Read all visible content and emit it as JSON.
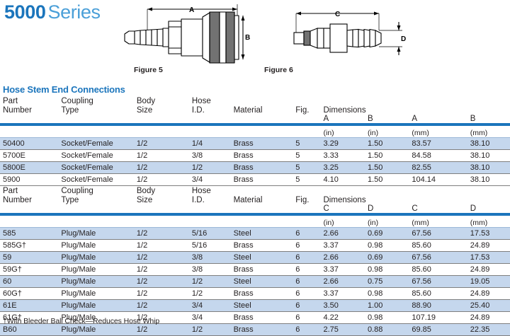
{
  "title": {
    "number": "5000",
    "word": "Series",
    "color_number": "#1b75bc",
    "color_word": "#4a9fd8"
  },
  "figures": [
    {
      "name": "figure-5",
      "caption": "Figure 5",
      "dim_top": "A",
      "dim_side": "B"
    },
    {
      "name": "figure-6",
      "caption": "Figure 6",
      "dim_top": "C",
      "dim_side": "D"
    }
  ],
  "section": {
    "heading": "Hose Stem End Connections",
    "color": "#1b75bc"
  },
  "table": {
    "accent_color": "#1b75bc",
    "shade_color": "#c5d7ed",
    "blocks": [
      {
        "headers": {
          "part_number": "Part\nNumber",
          "coupling_type": "Coupling\nType",
          "body_size": "Body\nSize",
          "hose_id": "Hose\nI.D.",
          "material": "Material",
          "fig": "Fig.",
          "dimensions": "Dimensions",
          "dim1": "A",
          "dim2": "B",
          "dim3": "A",
          "dim4": "B"
        },
        "units": {
          "dim1": "(in)",
          "dim2": "(in)",
          "dim3": "(mm)",
          "dim4": "(mm)"
        },
        "rows": [
          {
            "part": "50400",
            "coupling": "Socket/Female",
            "body": "1/2",
            "hose": "1/4",
            "material": "Brass",
            "fig": "5",
            "d1": "3.29",
            "d2": "1.50",
            "d3": "83.57",
            "d4": "38.10"
          },
          {
            "part": "5700E",
            "coupling": "Socket/Female",
            "body": "1/2",
            "hose": "3/8",
            "material": "Brass",
            "fig": "5",
            "d1": "3.33",
            "d2": "1.50",
            "d3": "84.58",
            "d4": "38.10"
          },
          {
            "part": "5800E",
            "coupling": "Socket/Female",
            "body": "1/2",
            "hose": "1/2",
            "material": "Brass",
            "fig": "5",
            "d1": "3.25",
            "d2": "1.50",
            "d3": "82.55",
            "d4": "38.10"
          },
          {
            "part": "5900",
            "coupling": "Socket/Female",
            "body": "1/2",
            "hose": "3/4",
            "material": "Brass",
            "fig": "5",
            "d1": "4.10",
            "d2": "1.50",
            "d3": "104.14",
            "d4": "38.10"
          }
        ]
      },
      {
        "headers": {
          "part_number": "Part\nNumber",
          "coupling_type": "Coupling\nType",
          "body_size": "Body\nSize",
          "hose_id": "Hose\nI.D.",
          "material": "Material",
          "fig": "Fig.",
          "dimensions": "Dimensions",
          "dim1": "C",
          "dim2": "D",
          "dim3": "C",
          "dim4": "D"
        },
        "units": {
          "dim1": "(in)",
          "dim2": "(in)",
          "dim3": "(mm)",
          "dim4": "(mm)"
        },
        "rows": [
          {
            "part": "585",
            "coupling": "Plug/Male",
            "body": "1/2",
            "hose": "5/16",
            "material": "Steel",
            "fig": "6",
            "d1": "2.66",
            "d2": "0.69",
            "d3": "67.56",
            "d4": "17.53"
          },
          {
            "part": "585G†",
            "coupling": "Plug/Male",
            "body": "1/2",
            "hose": "5/16",
            "material": "Brass",
            "fig": "6",
            "d1": "3.37",
            "d2": "0.98",
            "d3": "85.60",
            "d4": "24.89"
          },
          {
            "part": "59",
            "coupling": "Plug/Male",
            "body": "1/2",
            "hose": "3/8",
            "material": "Steel",
            "fig": "6",
            "d1": "2.66",
            "d2": "0.69",
            "d3": "67.56",
            "d4": "17.53"
          },
          {
            "part": "59G†",
            "coupling": "Plug/Male",
            "body": "1/2",
            "hose": "3/8",
            "material": "Brass",
            "fig": "6",
            "d1": "3.37",
            "d2": "0.98",
            "d3": "85.60",
            "d4": "24.89"
          },
          {
            "part": "60",
            "coupling": "Plug/Male",
            "body": "1/2",
            "hose": "1/2",
            "material": "Steel",
            "fig": "6",
            "d1": "2.66",
            "d2": "0.75",
            "d3": "67.56",
            "d4": "19.05"
          },
          {
            "part": "60G†",
            "coupling": "Plug/Male",
            "body": "1/2",
            "hose": "1/2",
            "material": "Brass",
            "fig": "6",
            "d1": "3.37",
            "d2": "0.98",
            "d3": "85.60",
            "d4": "24.89"
          },
          {
            "part": "61E",
            "coupling": "Plug/Male",
            "body": "1/2",
            "hose": "3/4",
            "material": "Steel",
            "fig": "6",
            "d1": "3.50",
            "d2": "1.00",
            "d3": "88.90",
            "d4": "25.40"
          },
          {
            "part": "61G†",
            "coupling": "Plug/Male",
            "body": "1/2",
            "hose": "3/4",
            "material": "Brass",
            "fig": "6",
            "d1": "4.22",
            "d2": "0.98",
            "d3": "107.19",
            "d4": "24.89"
          },
          {
            "part": "B60",
            "coupling": "Plug/Male",
            "body": "1/2",
            "hose": "1/2",
            "material": "Brass",
            "fig": "6",
            "d1": "2.75",
            "d2": "0.88",
            "d3": "69.85",
            "d4": "22.35"
          }
        ]
      }
    ]
  },
  "footnote": "†With Bleeder Ball Check—Reduces Hose Whip"
}
